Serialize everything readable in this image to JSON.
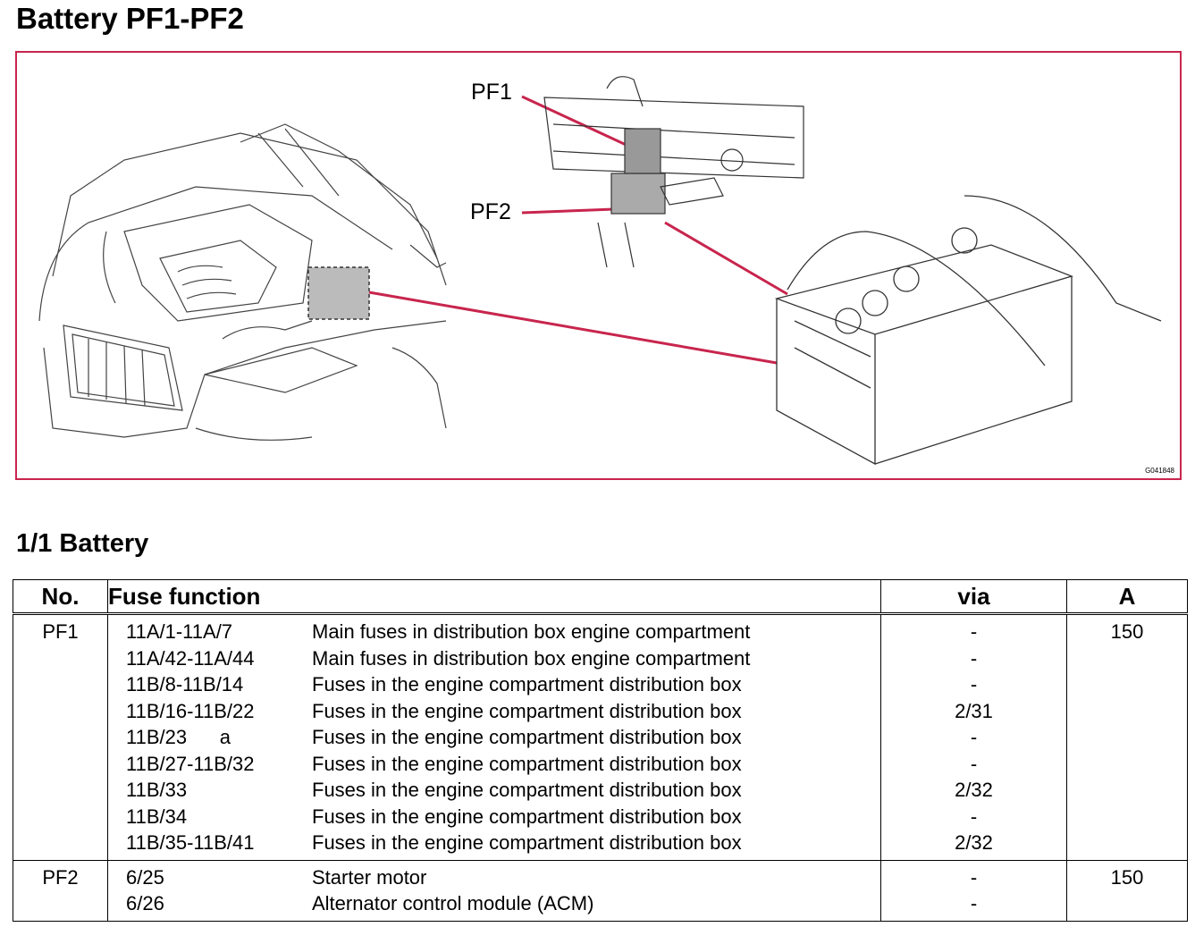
{
  "page": {
    "title": "Battery PF1-PF2",
    "section_title": "1/1 Battery"
  },
  "figure": {
    "callouts": [
      "PF1",
      "PF2"
    ],
    "code": "G041848",
    "frame_color": "#c8254d"
  },
  "table": {
    "headers": {
      "no": "No.",
      "function": "Fuse function",
      "via": "via",
      "amp": "A"
    },
    "groups": [
      {
        "no": "PF1",
        "amp": "150",
        "rows": [
          {
            "id": "11A/1-11A/7",
            "desc": "Main fuses in distribution box engine compartment",
            "via": "-"
          },
          {
            "id": "11A/42-11A/44",
            "desc": "Main fuses in distribution box engine compartment",
            "via": "-"
          },
          {
            "id": "11B/8-11B/14",
            "desc": "Fuses in the engine compartment distribution box",
            "via": "-"
          },
          {
            "id": "11B/16-11B/22",
            "desc": "Fuses in the engine compartment distribution box",
            "via": "2/31"
          },
          {
            "id": "11B/23      a",
            "desc": "Fuses in the engine compartment distribution box",
            "via": "-"
          },
          {
            "id": "11B/27-11B/32",
            "desc": "Fuses in the engine compartment distribution box",
            "via": "-"
          },
          {
            "id": "11B/33",
            "desc": "Fuses in the engine compartment distribution box",
            "via": "2/32"
          },
          {
            "id": "11B/34",
            "desc": "Fuses in the engine compartment distribution box",
            "via": "-"
          },
          {
            "id": "11B/35-11B/41",
            "desc": "Fuses in the engine compartment distribution box",
            "via": "2/32"
          }
        ]
      },
      {
        "no": "PF2",
        "amp": "150",
        "rows": [
          {
            "id": "6/25",
            "desc": "Starter motor",
            "via": "-"
          },
          {
            "id": "6/26",
            "desc": "Alternator control module (ACM)",
            "via": "-"
          }
        ]
      }
    ]
  }
}
